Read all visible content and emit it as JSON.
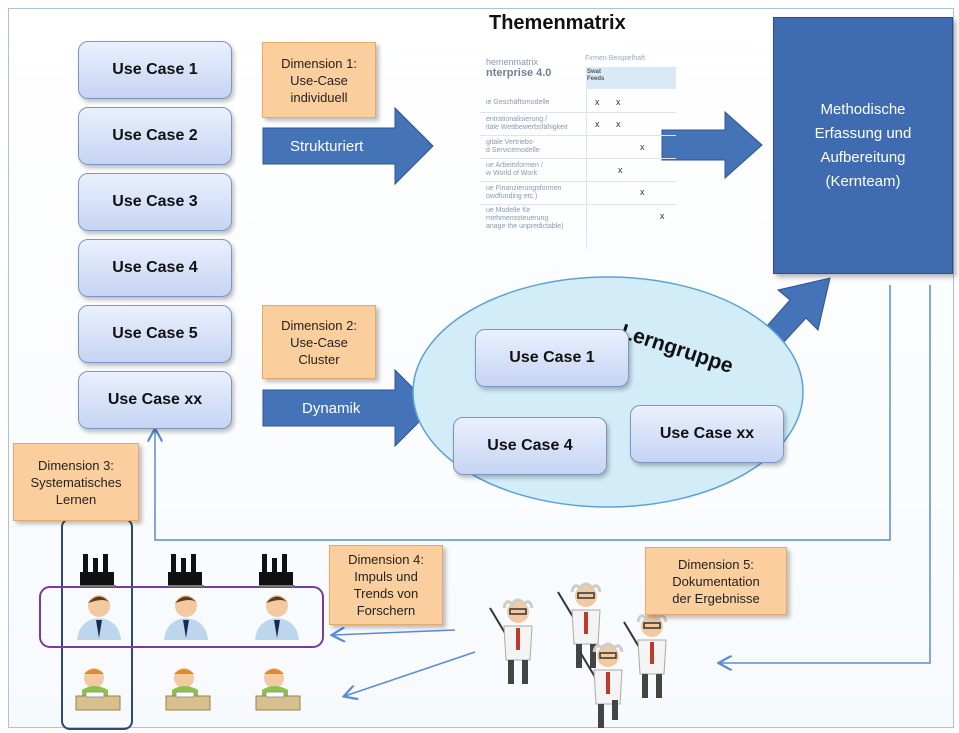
{
  "title": "Themenmatrix",
  "use_cases": [
    "Use Case 1",
    "Use Case 2",
    "Use Case 3",
    "Use Case 4",
    "Use Case 5",
    "Use Case xx"
  ],
  "dimensions": {
    "d1": "Dimension 1:\nUse-Case\nindividuell",
    "d2": "Dimension 2:\nUse-Case\nCluster",
    "d3": "Dimension 3:\nSystematisches\nLernen",
    "d4": "Dimension 4:\nImpuls und\nTrends von\nForschern",
    "d5": "Dimension 5:\nDokumentation\nder Ergebnisse"
  },
  "arrows": {
    "structured": "Strukturiert",
    "dynamic": "Dynamik"
  },
  "method_box": "Methodische\nErfassung und\nAufbereitung\n(Kernteam)",
  "lerngruppe": {
    "label": "Lerngruppe",
    "items": [
      "Use Case 1",
      "Use Case 4",
      "Use Case xx"
    ]
  },
  "matrix": {
    "subtitle1": "hemenmatrix",
    "subtitle2": "nterprise 4.0",
    "header": "Firmen Beispielhaft",
    "header_cell": "Swat\nFeeds",
    "rows": [
      "ie Geschäftsmodelle",
      "entrationalisierung /\nitale Wettbewerbsfähigkeit",
      "gitale Vertriebs-\nd Servicemodelle",
      "ue Arbeitsformen /\nw World of Work",
      "ue Finanzierungsformen\nowdfunding etc.)",
      "ue Modelle für\nrnehmenssteuerung\nanage the unpredictable)"
    ],
    "marks": [
      "x",
      "x",
      "x",
      "x",
      "x",
      "x",
      "x",
      "x"
    ]
  }
}
